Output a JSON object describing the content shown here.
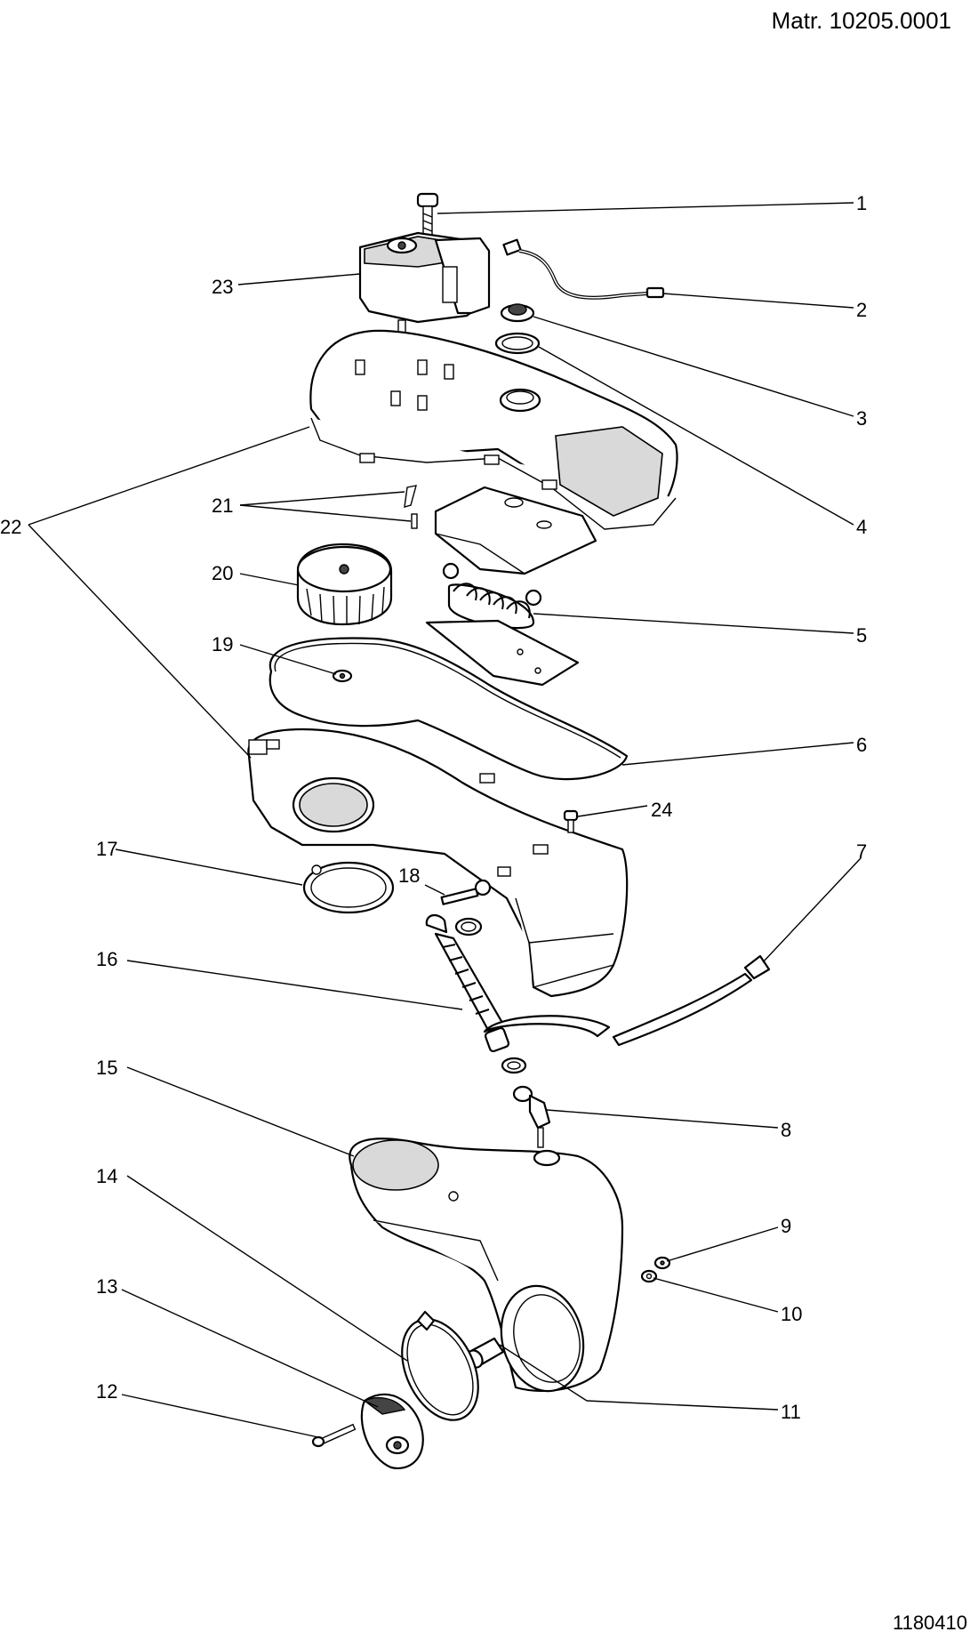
{
  "header": {
    "material_number": "Matr. 10205.0001"
  },
  "footer": {
    "document_number": "1180410"
  },
  "callouts": [
    "1",
    "2",
    "3",
    "4",
    "5",
    "6",
    "7",
    "8",
    "9",
    "10",
    "11",
    "12",
    "13",
    "14",
    "15",
    "16",
    "17",
    "18",
    "19",
    "20",
    "21",
    "22",
    "23",
    "24"
  ]
}
